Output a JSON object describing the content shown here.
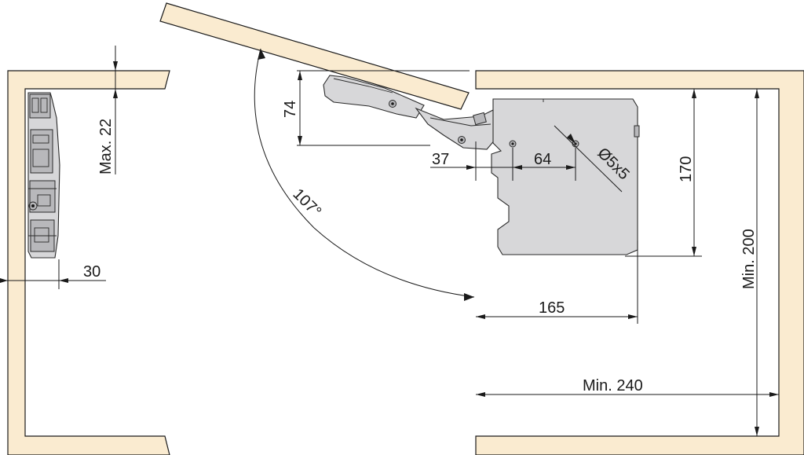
{
  "dimensions": {
    "max_gap": "Max. 22",
    "side_offset": "30",
    "arm_height": "74",
    "opening_angle": "107°",
    "arm_offset": "37",
    "hole_spacing": "64",
    "hole_spec": "Ø5x5",
    "mech_height": "170",
    "mech_depth": "165",
    "min_height": "Min. 200",
    "min_depth": "Min. 240"
  },
  "colors": {
    "board_fill": "#faebd0",
    "mechanism_fill": "#d7d7d9",
    "line": "#1a1a1a"
  },
  "icons": [
    "lift-mechanism-front-view",
    "lift-mechanism-side-view",
    "hinge-arm"
  ]
}
